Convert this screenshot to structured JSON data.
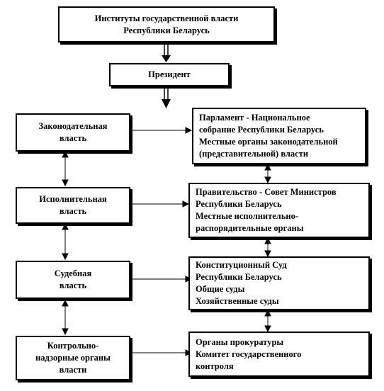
{
  "top": {
    "line1": "Институты государственной власти",
    "line2": "Республики Беларусь"
  },
  "president": "Президент",
  "branches": {
    "legislative": [
      "Законодательная",
      "власть"
    ],
    "executive": [
      "Исполнительная",
      "власть"
    ],
    "judicial": [
      "Судебная",
      "власть"
    ],
    "control": [
      "Контрольно-",
      "надзорные органы",
      "власти"
    ]
  },
  "organs": {
    "legislative": [
      "Парламент - Национальное",
      "собрание Республики Беларусь",
      "Местные органы законодательной",
      "(представительной) власти"
    ],
    "executive": [
      "Правительство - Совет Министров",
      "Республики Беларусь",
      "Местные исполнительно-",
      "распорядительные органы"
    ],
    "judicial": [
      "Конституционный Суд",
      "Республики Беларусь",
      "Общие суды",
      "Хозяйственные суды"
    ],
    "control": [
      "Органы прокуратуры",
      "Комитет государственного",
      "контроля"
    ]
  }
}
